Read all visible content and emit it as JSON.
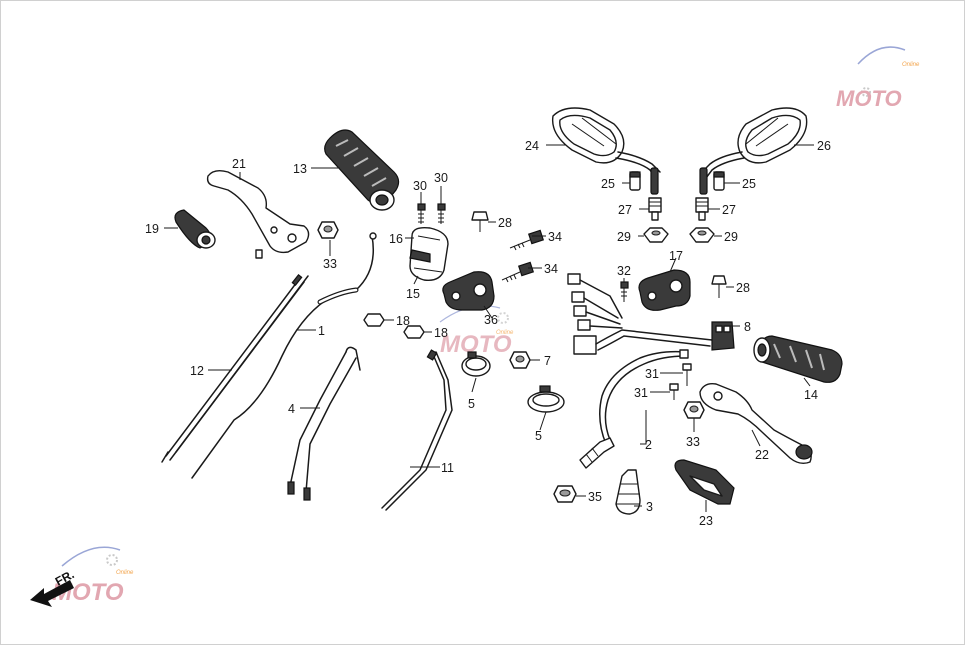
{
  "diagram": {
    "front_marker": "FR.",
    "watermark": {
      "text": "MOTO",
      "sub": "Online"
    },
    "callouts": {
      "c1": "1",
      "c2": "2",
      "c3": "3",
      "c4": "4",
      "c5a": "5",
      "c5b": "5",
      "c7": "7",
      "c8": "8",
      "c11": "11",
      "c12": "12",
      "c13": "13",
      "c14": "14",
      "c15": "15",
      "c16": "16",
      "c17": "17",
      "c18a": "18",
      "c18b": "18",
      "c19": "19",
      "c21": "21",
      "c22": "22",
      "c23": "23",
      "c24": "24",
      "c25a": "25",
      "c25b": "25",
      "c26": "26",
      "c27a": "27",
      "c27b": "27",
      "c28a": "28",
      "c28b": "28",
      "c29a": "29",
      "c29b": "29",
      "c30a": "30",
      "c30b": "30",
      "c31a": "31",
      "c31b": "31",
      "c32": "32",
      "c33a": "33",
      "c33b": "33",
      "c34a": "34",
      "c34b": "34",
      "c35": "35",
      "c36": "36"
    }
  }
}
